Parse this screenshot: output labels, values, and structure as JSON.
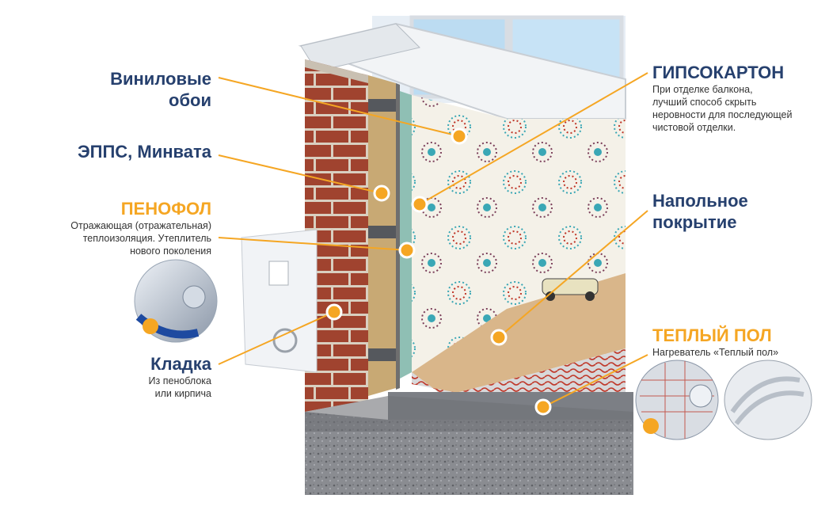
{
  "colors": {
    "title": "#26406e",
    "accent": "#f5a623",
    "line": "#f5a623",
    "text": "#333333",
    "brick": "#a0432f",
    "wall_paper": "#f4f1e8",
    "heat_cable": "#c0392b"
  },
  "labels": {
    "vinyl": {
      "title": "Виниловые\nобои"
    },
    "epps": {
      "title": "ЭППС, Минвата"
    },
    "penofol": {
      "title": "ПЕНОФОЛ",
      "desc": [
        "Отражающая (отражательная)",
        "теплоизоляция. Утеплитель",
        "нового поколения"
      ]
    },
    "masonry": {
      "title": "Кладка",
      "desc": [
        "Из пеноблока",
        "или кирпича"
      ]
    },
    "drywall": {
      "title": "ГИПСОКАРТОН",
      "desc": [
        "При отделке балкона,",
        "лучший способ скрыть",
        "неровности для последующей",
        "чистовой отделки."
      ]
    },
    "floor": {
      "title": "Напольное\nпокрытие"
    },
    "warm_floor": {
      "title": "ТЕПЛЫЙ ПОЛ",
      "desc": [
        "Нагреватель «Теплый пол»"
      ]
    }
  },
  "icons": {
    "callout_marker": "orange-dot-icon",
    "penofol_roll": "foil-roll-icon",
    "floor_roll": "foil-roll-icon",
    "floor_mat": "foil-mat-icon"
  }
}
